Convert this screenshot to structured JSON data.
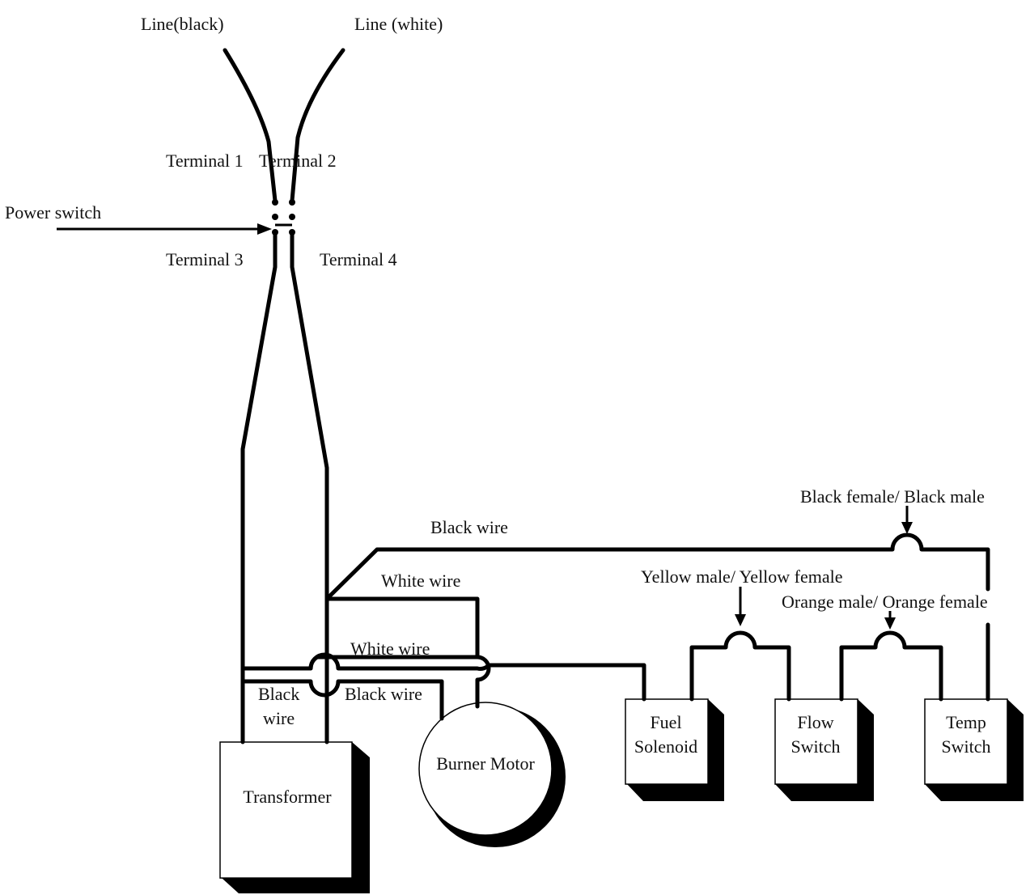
{
  "labels": {
    "line_black": "Line(black)",
    "line_white": "Line (white)",
    "terminal_1": "Terminal 1",
    "terminal_2": "Terminal 2",
    "terminal_3": "Terminal 3",
    "terminal_4": "Terminal 4",
    "power_switch": "Power switch",
    "black_wire_top": "Black wire",
    "white_wire_upper": "White wire",
    "white_wire_lower": "White wire",
    "black_wire_left_1": "Black",
    "black_wire_left_2": "wire",
    "black_wire_mid": "Black wire",
    "black_female_male": "Black female/ Black male",
    "yellow_male_female": "Yellow male/ Yellow female",
    "orange_male_female": "Orange male/ Orange female"
  },
  "components": {
    "transformer": "Transformer",
    "burner_motor": "Burner Motor",
    "fuel_solenoid_1": "Fuel",
    "fuel_solenoid_2": "Solenoid",
    "flow_switch_1": "Flow",
    "flow_switch_2": "Switch",
    "temp_switch_1": "Temp",
    "temp_switch_2": "Switch"
  }
}
